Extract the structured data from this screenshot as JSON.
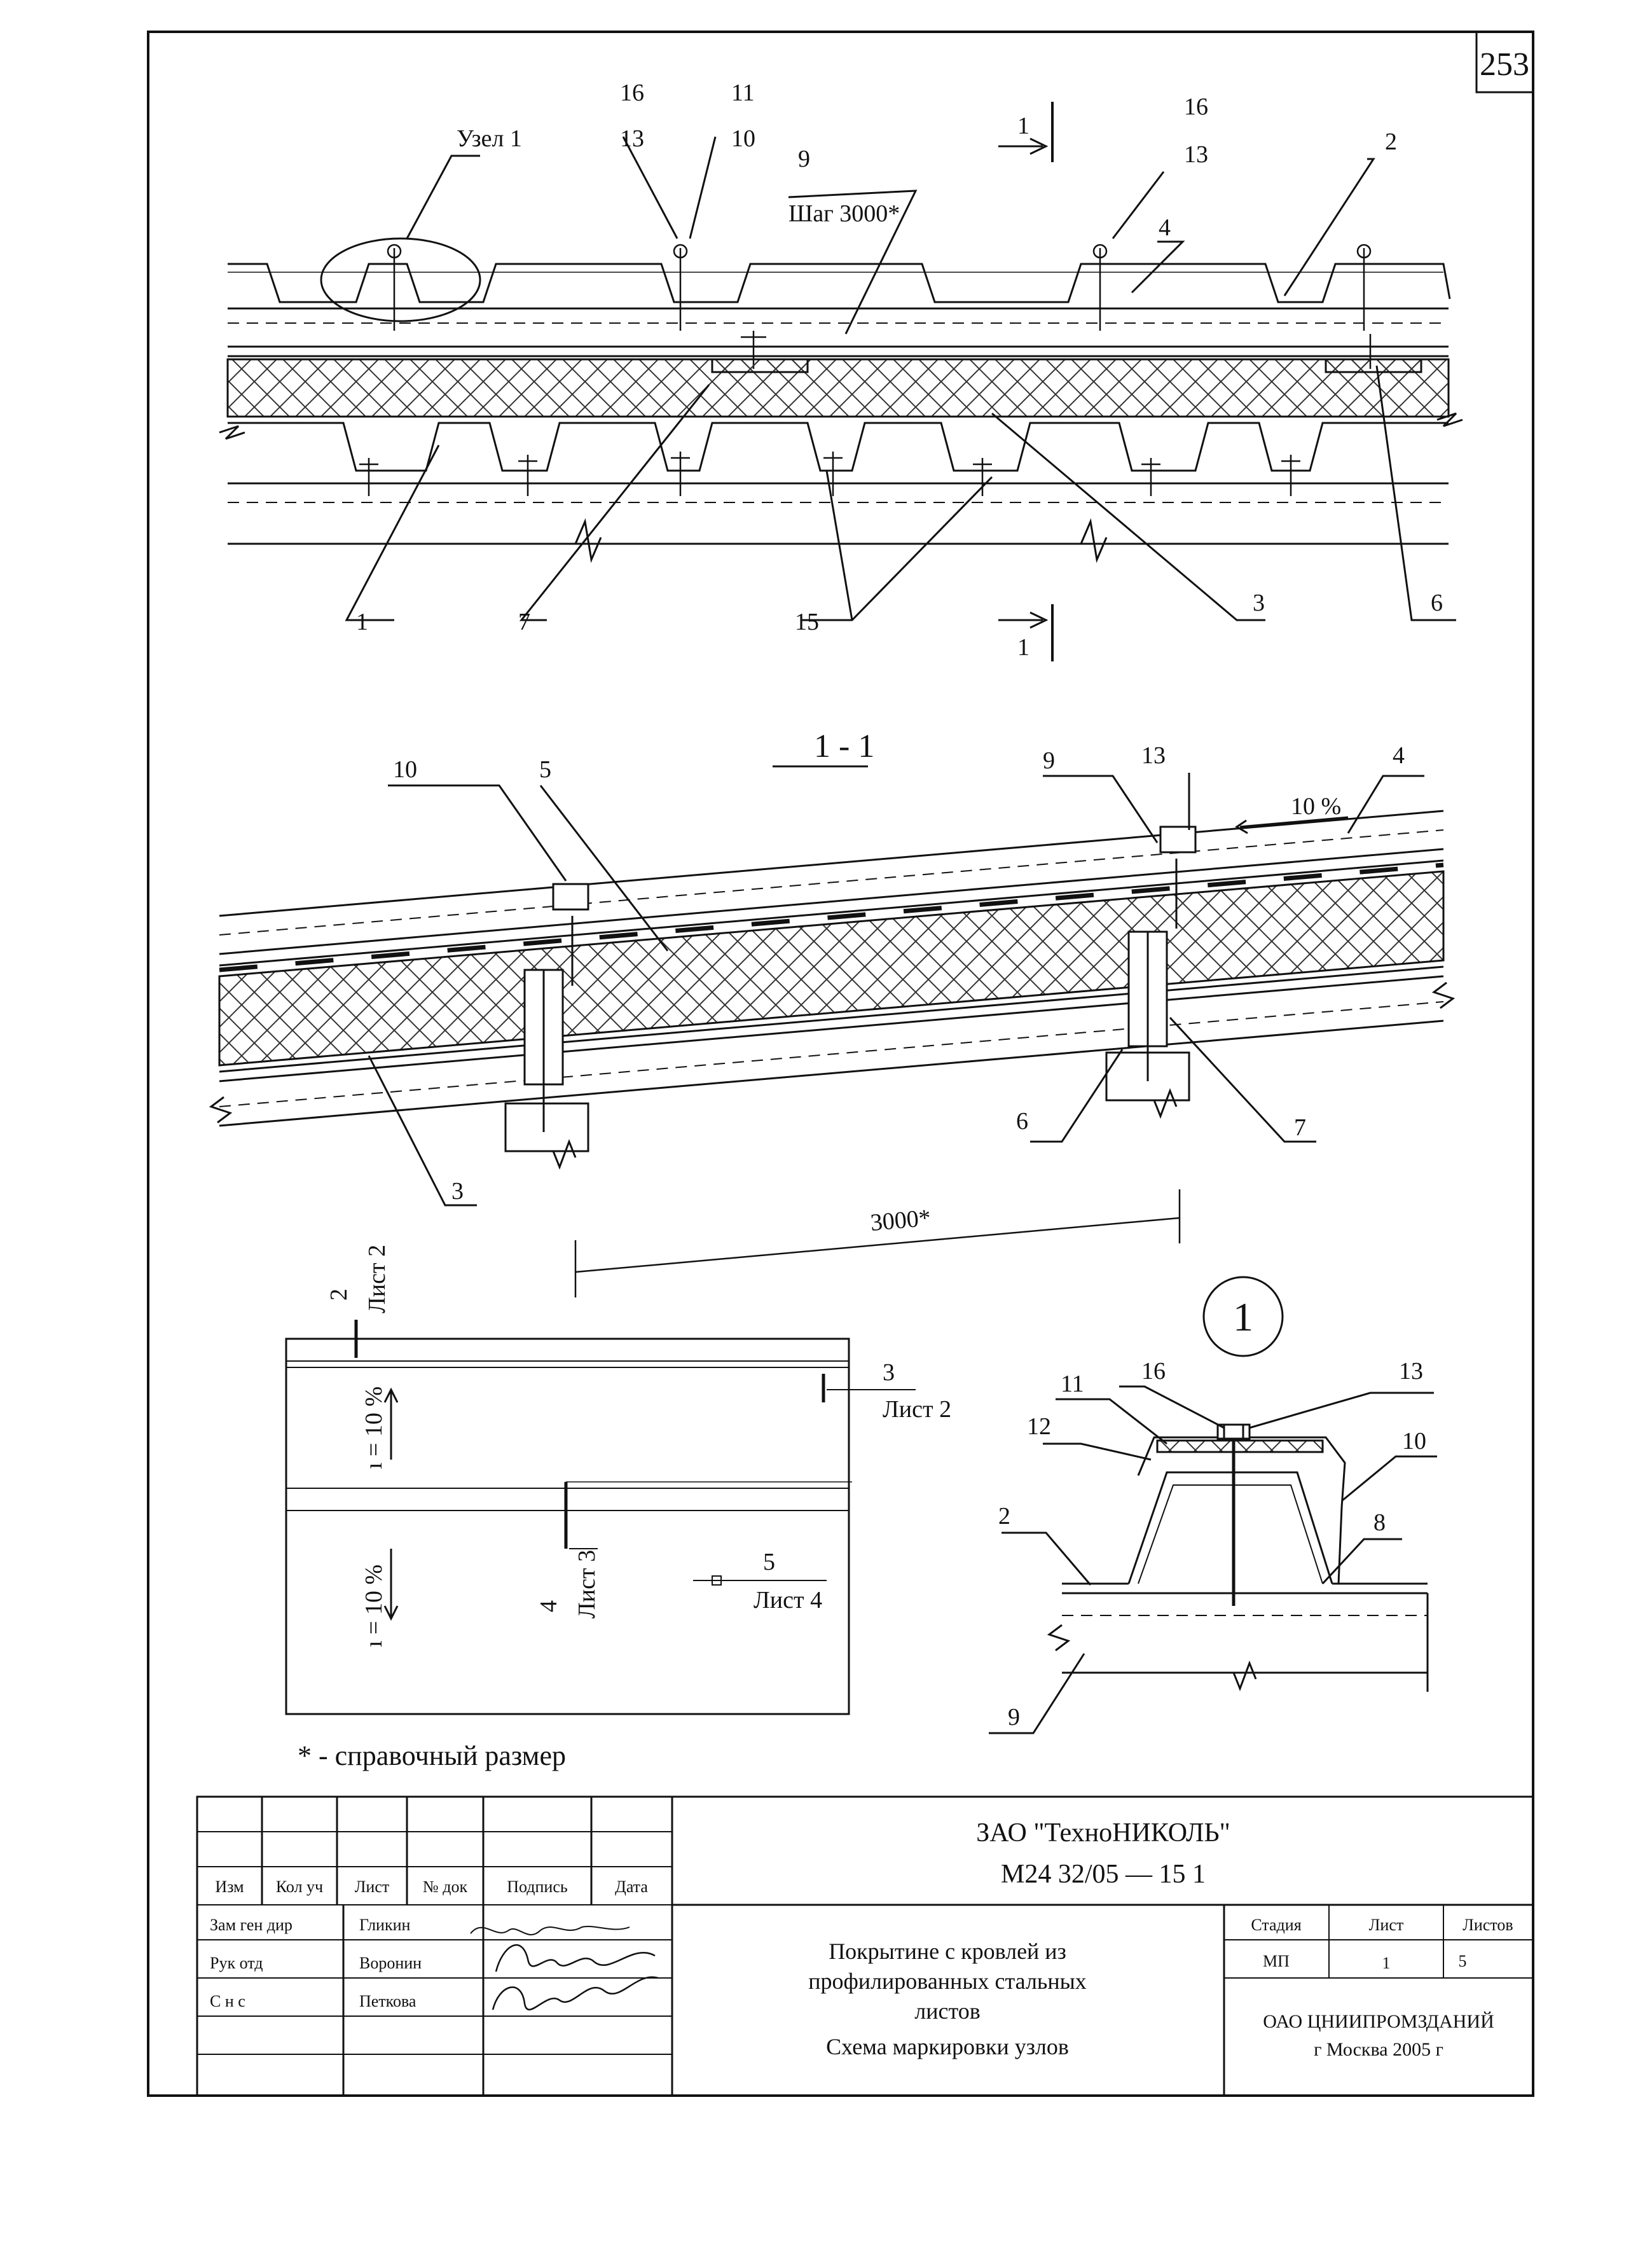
{
  "sheet": {
    "page_number": "253",
    "footnote": "* - справочный размер"
  },
  "plan_view": {
    "node_callout": "Узел 1",
    "step_label": "Шаг 3000*",
    "section_mark": "1",
    "leaders_top": [
      "16",
      "13",
      "11",
      "10",
      "9",
      "16",
      "13",
      "2",
      "4"
    ],
    "leaders_bottom": [
      "1",
      "7",
      "15",
      "3",
      "6"
    ]
  },
  "section_1_1": {
    "title": "1 - 1",
    "slope": "10 %",
    "dimension": "3000*",
    "leaders": [
      "10",
      "5",
      "9",
      "13",
      "4",
      "3",
      "6",
      "7"
    ]
  },
  "marking_scheme": {
    "slope_top": "ı = 10 %",
    "slope_bottom": "ı = 10 %",
    "markers": [
      {
        "num": "2",
        "sheet": "Лист 2"
      },
      {
        "num": "3",
        "sheet": "Лист 2"
      },
      {
        "num": "4",
        "sheet": "Лист 3"
      },
      {
        "num": "5",
        "sheet": "Лист 4"
      }
    ]
  },
  "node_1": {
    "circle_label": "1",
    "leaders": [
      "11",
      "16",
      "13",
      "12",
      "10",
      "2",
      "8",
      "9"
    ]
  },
  "title_block": {
    "company": "ЗАО \"ТехноНИКОЛЬ\"",
    "doc_code": "М24 32/05   —  15 1",
    "col_headers": [
      "Изм",
      "Кол уч",
      "Лист",
      "№ док",
      "Подпись",
      "Дата"
    ],
    "roles": [
      {
        "role": "Зам ген дир",
        "name": "Гликин"
      },
      {
        "role": "Рук отд",
        "name": "Воронин"
      },
      {
        "role": "С н с",
        "name": "Петкова"
      }
    ],
    "description_lines": [
      "Покрытине с кровлей из",
      "профилированных стальных",
      "листов",
      "Схема маркировки узлов"
    ],
    "stage_header": "Стадия",
    "sheet_header": "Лист",
    "sheets_header": "Листов",
    "stage_value": "МП",
    "sheet_value": "1",
    "sheets_value": "5",
    "organization": "ОАО ЦНИИПРОМЗДАНИЙ",
    "city_year": "г  Москва 2005 г"
  }
}
